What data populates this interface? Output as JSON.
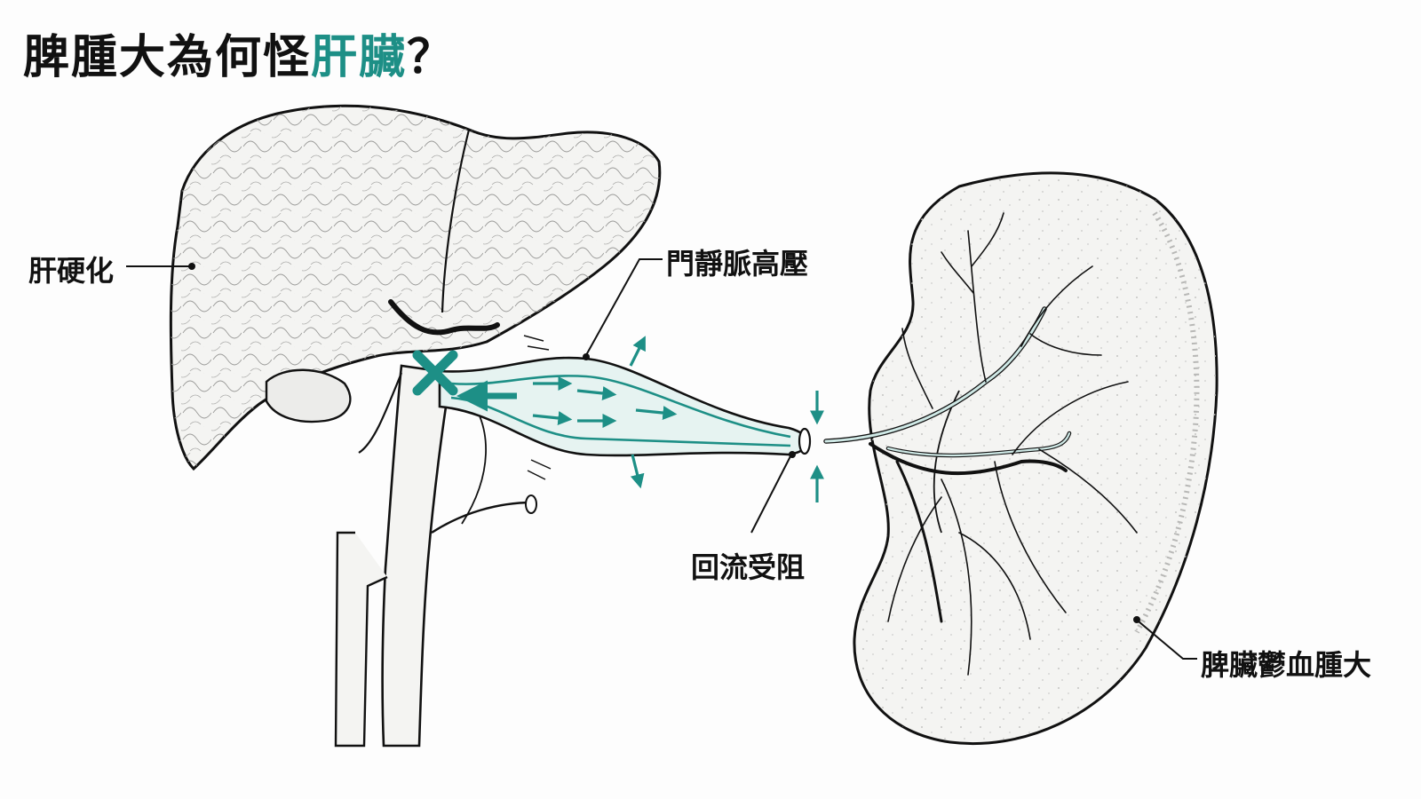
{
  "title": {
    "prefix": "脾腫大為何怪",
    "highlight": "肝臟",
    "suffix": "？"
  },
  "labels": {
    "cirrhosis": "肝硬化",
    "portal_hypertension": "門靜脈高壓",
    "blocked_return": "回流受阻",
    "spleen_congestion": "脾臟鬱血腫大"
  },
  "colors": {
    "accent": "#1d8f86",
    "ink": "#111111",
    "tissue_fill": "#f4f4f2"
  },
  "icons": {
    "blockage": "x-mark-icon"
  }
}
